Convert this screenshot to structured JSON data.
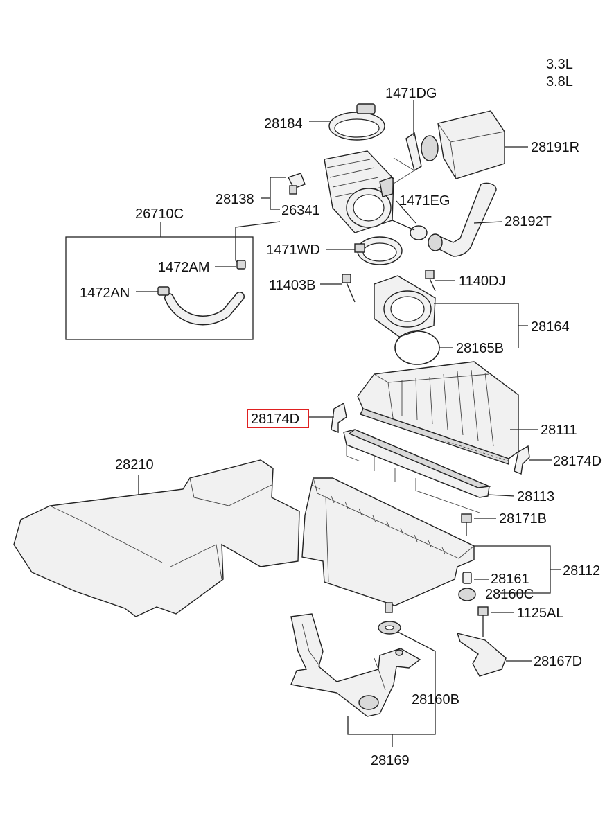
{
  "engine": {
    "line1": "3.3L",
    "line2": "3.8L"
  },
  "labels": {
    "p1471DG": "1471DG",
    "p28184": "28184",
    "p28191R": "28191R",
    "p28138": "28138",
    "p26341": "26341",
    "p1471EG": "1471EG",
    "p26710C": "26710C",
    "p28192T": "28192T",
    "p1471WD": "1471WD",
    "p1472AM": "1472AM",
    "p1472AN": "1472AN",
    "p11403B": "11403B",
    "p1140DJ": "1140DJ",
    "p28164": "28164",
    "p28165B": "28165B",
    "p28174D_left": "28174D",
    "p28111": "28111",
    "p28174D_right": "28174D",
    "p28210": "28210",
    "p28113": "28113",
    "p28171B": "28171B",
    "p28161": "28161",
    "p28112": "28112",
    "p28160C": "28160C",
    "p1125AL": "1125AL",
    "p28167D": "28167D",
    "p28160B": "28160B",
    "p28169": "28169"
  },
  "highlight": {
    "label": "28174D",
    "color": "#e02020"
  }
}
